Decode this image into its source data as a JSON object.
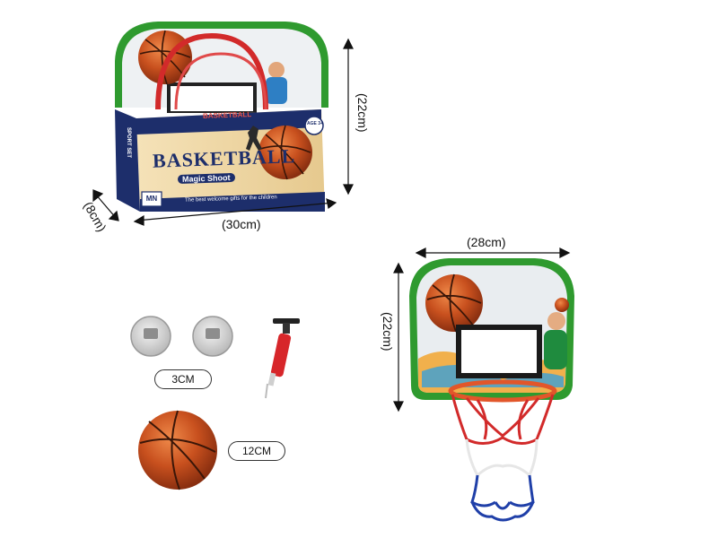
{
  "dimensions": {
    "box_height": "(22cm)",
    "box_depth": "(8cm)",
    "box_width": "(30cm)",
    "board_width": "(28cm)",
    "board_height": "(22cm)"
  },
  "accessories": {
    "suction_cup_size": "3CM",
    "ball_size": "12CM"
  },
  "package": {
    "title": "BASKETBALL",
    "subtitle": "Magic Shoot",
    "tagline": "The best welcome gifts for the children",
    "side_label": "SPORT SET",
    "side_title": "BASKETBALL",
    "age": "AGE 3+",
    "brand": "MN"
  },
  "colors": {
    "board_green": "#2f9a2f",
    "ball_orange": "#c8501e",
    "box_navy": "#1d2e6b",
    "box_tan": "#f0d9a8",
    "net_red": "#d22a2a",
    "net_blue": "#1f3fa8",
    "rim_orange": "#e2562a"
  }
}
